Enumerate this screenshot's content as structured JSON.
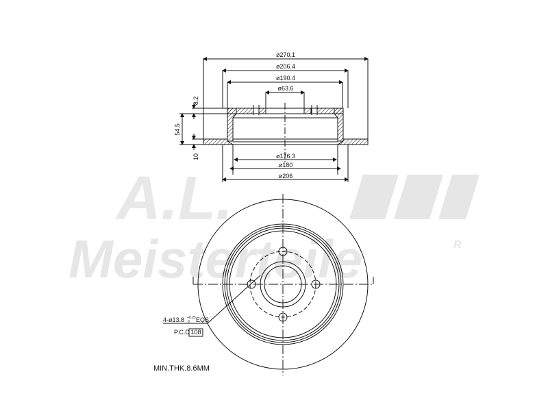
{
  "drawing": {
    "subject": "Brake drum technical drawing",
    "watermark": {
      "brand_top": "A.L.",
      "brand_main": "Meisterteile",
      "registered_mark": "R"
    },
    "side_view": {
      "dimensions": {
        "outer_diameter": "ø270.1",
        "diameter_206_4": "ø206.4",
        "diameter_190_4": "ø190.4",
        "hub_center_bore": "ø63.6",
        "flange_thickness": "8.2",
        "height": "54.5",
        "rim_thickness": "10",
        "inner_diameter_176_3": "ø176.3",
        "drum_inner_diameter": "ø180",
        "drum_outer_diameter": "ø206"
      }
    },
    "front_view": {
      "bolt_holes": {
        "count_label": "4-ø13.8",
        "tolerance_upper": "+0.25",
        "tolerance_lower": "0",
        "suffix": "EQS"
      },
      "pcd_label": "P.C.D",
      "pcd_value": "108"
    },
    "min_thickness_note": "MIN.THK.8.6MM"
  },
  "colors": {
    "line": "#111111",
    "watermark": "#e6e6e6",
    "background": "#ffffff"
  }
}
